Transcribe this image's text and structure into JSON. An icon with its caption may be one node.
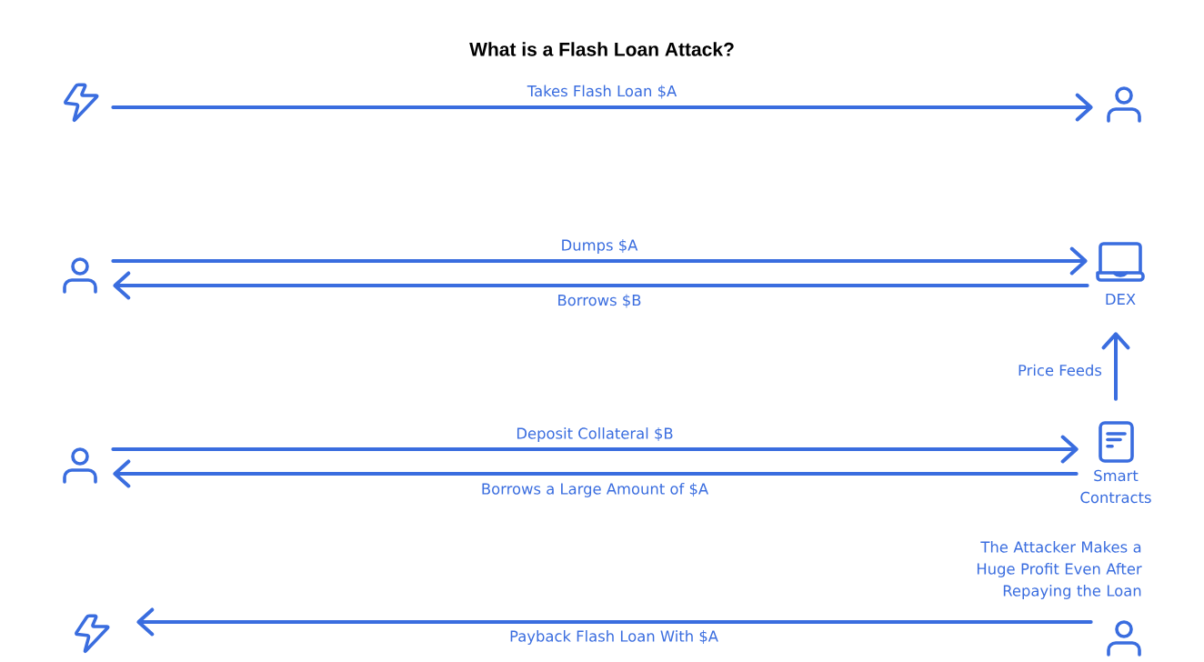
{
  "diagram": {
    "title": "What is a Flash Loan Attack?",
    "nodes": [
      {
        "text": [],
        "shape": "picture"
      },
      {
        "text": [],
        "shape": "person"
      },
      {
        "text": [],
        "shape": "person"
      },
      {
        "text": [
          "DEX"
        ]
      },
      {
        "text": [],
        "shape": "person"
      },
      {
        "text": [
          "Smart Contracts"
        ]
      },
      {
        "text": [],
        "shape": "picture"
      },
      {
        "text": [],
        "shape": "person",
        "beside": [
          "The Attacker Makes a Huge Profit Even After Repaying the Loan"
        ]
      }
    ],
    "edges": [
      {
        "from": 0,
        "to": 1,
        "arrow": "to",
        "label": "Takes Flash Loan $A"
      },
      {
        "from": 2,
        "to": 3,
        "arrow": "to",
        "label": "Dumps $A"
      },
      {
        "from": 3,
        "to": 2,
        "arrow": "to",
        "label": "Borrows $B"
      },
      {
        "from": 5,
        "to": 3,
        "arrow": "to",
        "label": "Price Feeds"
      },
      {
        "from": 4,
        "to": 5,
        "arrow": "to",
        "label": "Deposit Collateral $B"
      },
      {
        "from": 5,
        "to": 4,
        "arrow": "to",
        "label": "Borrows a Large Amount of $A"
      },
      {
        "from": 7,
        "to": 6,
        "arrow": "to",
        "label": "Payback Flash Loan With $A"
      }
    ]
  }
}
